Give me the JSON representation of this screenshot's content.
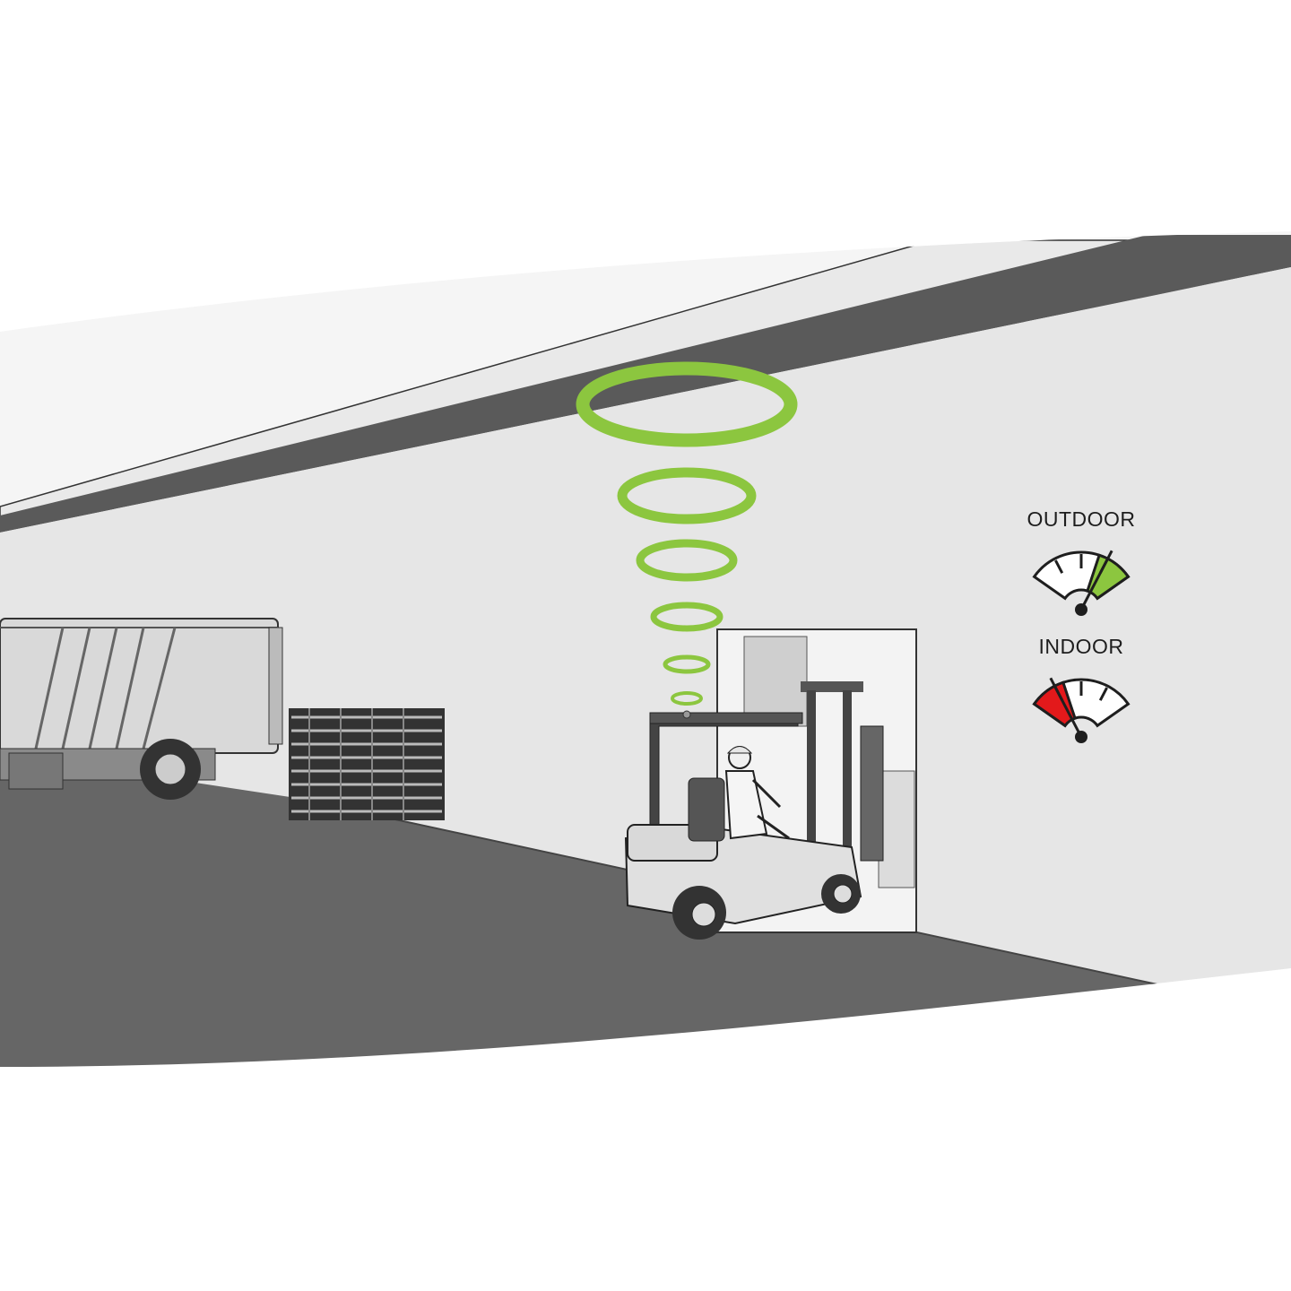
{
  "colors": {
    "signal": "#8cc63f",
    "good": "#8cc63f",
    "bad": "#e3191b",
    "floor": "#666666",
    "wall": "#e6e6e6",
    "beam": "#5a5a5a",
    "ceiling": "#f5f5f5",
    "ink": "#1e1e1e"
  },
  "gauges": [
    {
      "id": "outdoor",
      "label": "OUTDOOR",
      "status": "good",
      "needle_level": 0.75,
      "highlight_zone": "high",
      "icon": "signal-strength-gauge-icon"
    },
    {
      "id": "indoor",
      "label": "INDOOR",
      "status": "bad",
      "needle_level": 0.25,
      "highlight_zone": "low",
      "icon": "signal-strength-gauge-icon"
    }
  ],
  "signal_waves": {
    "count": 6,
    "icon": "signal-wave-ring-icon"
  },
  "objects": [
    {
      "name": "truck-trailer",
      "icon": "truck-icon"
    },
    {
      "name": "pallet-stack",
      "icon": "pallet-stack-icon"
    },
    {
      "name": "forklift-with-driver",
      "icon": "forklift-icon"
    },
    {
      "name": "warehouse-door",
      "icon": "doorway-icon"
    }
  ]
}
